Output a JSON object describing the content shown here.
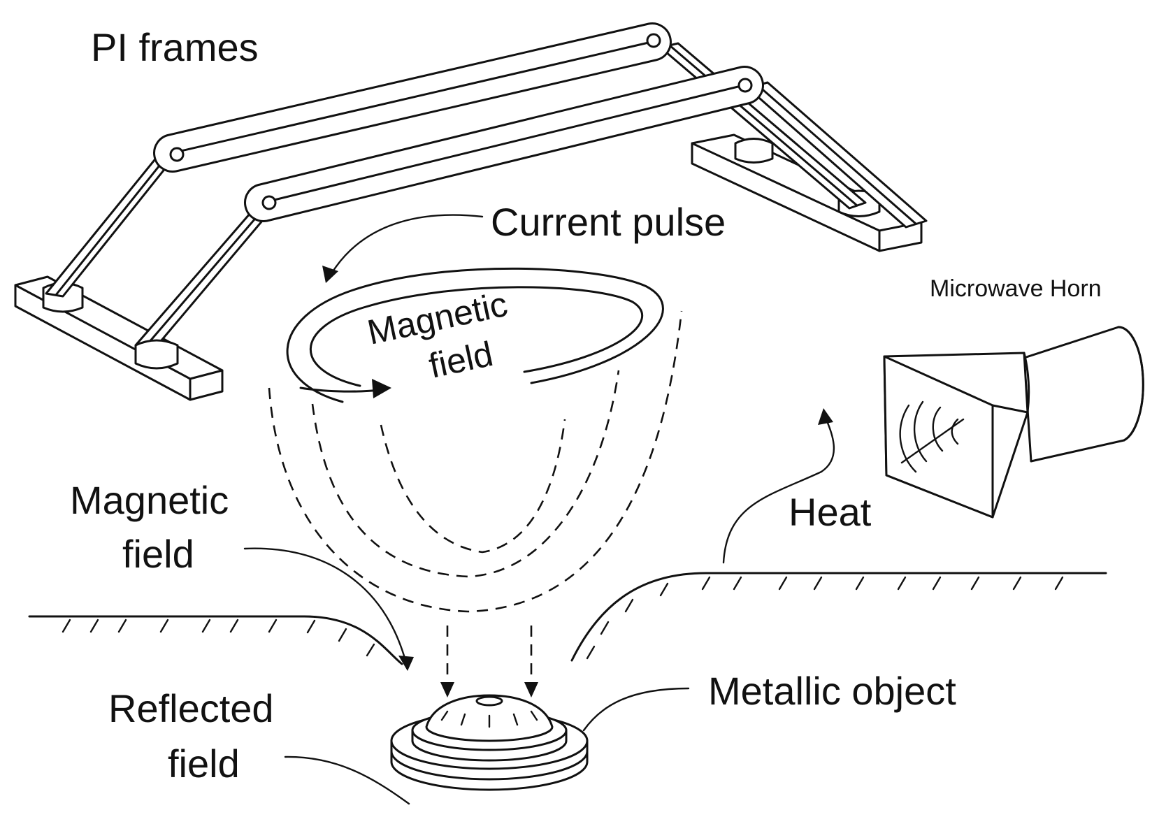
{
  "labels": {
    "pi_frames": "PI frames",
    "current_pulse": "Current pulse",
    "magnetic_field_loop_1": "Magnetic",
    "magnetic_field_loop_2": "field",
    "magnetic_field_side_1": "Magnetic",
    "magnetic_field_side_2": "field",
    "heat": "Heat",
    "microwave_horn": "Microwave Horn",
    "reflected_field_1": "Reflected",
    "reflected_field_2": "field",
    "metallic_object": "Metallic object"
  },
  "colors": {
    "ink": "#111111",
    "background": "#ffffff"
  }
}
